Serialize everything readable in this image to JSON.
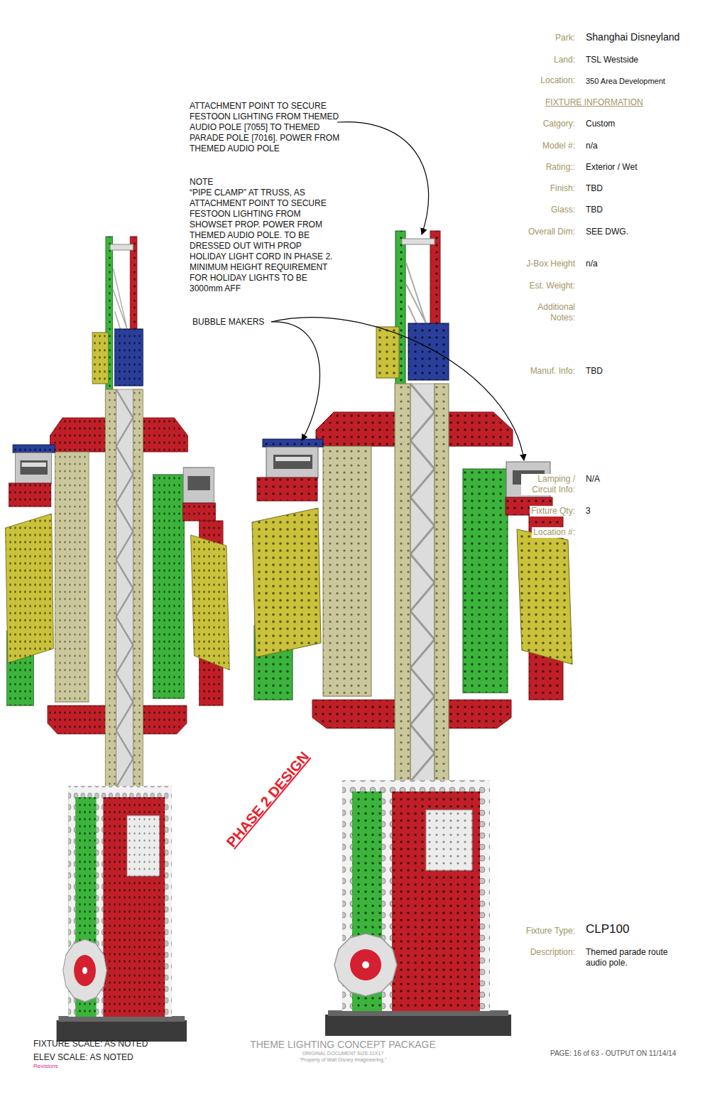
{
  "diagram": {
    "labels": [
      "ATTACHMENT POINT TO SECURE FESTOON LIGHTING FROM THEMED AUDIO POLE [7055] TO THEMED PARADE POLE [7016]. POWER FROM THEMED AUDIO POLE",
      "NOTE",
      "“PIPE CLAMP” AT TRUSS, AS ATTACHMENT POINT TO SECURE FESTOON LIGHTING FROM SHOWSET PROP. POWER FROM THEMED AUDIO POLE. TO BE DRESSED OUT WITH PROP HOLIDAY LIGHT CORD IN PHASE 2. MINIMUM HEIGHT REQUIREMENT FOR HOLIDAY LIGHTS TO BE 3000mm AFF",
      "BUBBLE MAKERS",
      "PHASE 2 DESIGN",
      "Park:",
      "Shanghai Disneyland",
      "Land:",
      "TSL Westside",
      "Location:",
      "350 Area Development",
      "FIXTURE INFORMATION",
      "Catgory:",
      "Custom",
      "Model #:",
      "n/a",
      "Rating::",
      "Exterior / Wet",
      "Finish:",
      "TBD",
      "Glass:",
      "TBD",
      "Overall Dim:",
      "SEE DWG.",
      "J-Box Height",
      "n/a",
      "Est. Weight:",
      "Additional Notes:",
      "Manuf. Info:",
      "TBD",
      "Lamping / Circuit Info:",
      "N/A",
      "Fixture Qty:",
      "3",
      "Location #:",
      "Fixture Type:",
      "CLP100",
      "Description:",
      "Themed parade route audio pole.",
      "FIXTURE SCALE: AS NOTED",
      "ELEV SCALE: AS NOTED",
      "Revisions",
      "THEME LIGHTING CONCEPT PACKAGE",
      "ORIGINAL DOCUMENT SIZE 11X17",
      "\"Property of Walt Disney Imagineering.\"",
      "PAGE: 16 of 63 - OUTPUT ON 11/14/14"
    ]
  }
}
